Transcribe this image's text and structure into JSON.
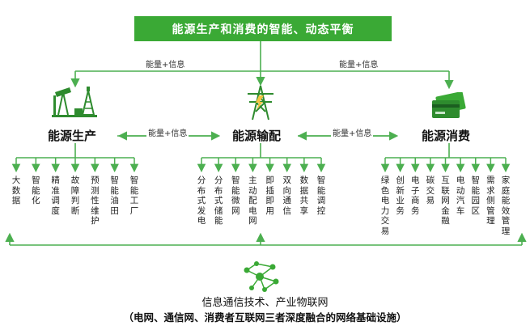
{
  "title": "能源生产和消费的智能、动态平衡",
  "edge_label": "能量+信息",
  "nodes": {
    "production": "能源生产",
    "transmission": "能源输配",
    "consumption": "能源消费"
  },
  "production_items": [
    "大数据",
    "智能化",
    "精准调度",
    "故障判断",
    "预测性维护",
    "智能油田",
    "智能工厂"
  ],
  "transmission_items": [
    "分布式发电",
    "分布式储能",
    "智能微网",
    "主动配电网",
    "即插即用",
    "双向通信",
    "数据共享",
    "智能调控"
  ],
  "consumption_items": [
    "绿色电力交易",
    "创新业务",
    "电子商务",
    "碳交易",
    "互联网金融",
    "电动汽车",
    "智能园区",
    "需求侧管理",
    "家庭能效管理"
  ],
  "bottom": {
    "line1": "信息通信技术、产业物联网",
    "line2": "（电网、通信网、消费者互联网三者深度融合的网络基础设施）"
  },
  "colors": {
    "accent": "#3aa935",
    "line": "#4caf50",
    "icon": "#2e8b2e"
  },
  "icons": [
    "oil-pump-icon",
    "power-tower-icon",
    "payment-card-icon",
    "network-nodes-icon"
  ]
}
